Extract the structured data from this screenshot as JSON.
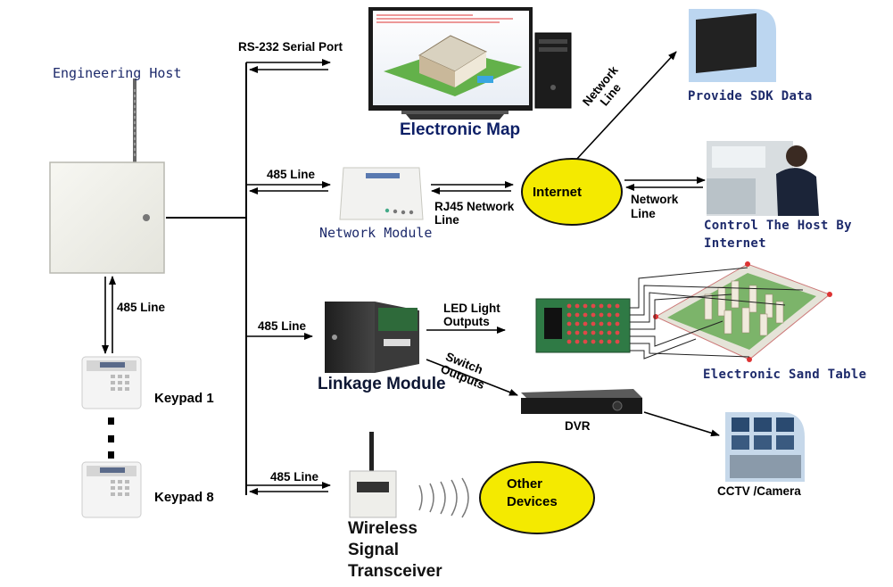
{
  "labels": {
    "engineering_host": "Engineering Host",
    "rs232": "RS-232 Serial Port",
    "electronic_map": "Electronic Map",
    "provide_sdk": "Provide SDK Data",
    "network_line_diag": "Network\nLine",
    "line_485_network": "485 Line",
    "network_module": "Network Module",
    "rj45": "RJ45 Network\nLine",
    "internet": "Internet",
    "network_line_right": "Network\nLine",
    "control_host": "Control The Host By\nInternet",
    "line_485_keypad": "485 Line",
    "line_485_linkage": "485 Line",
    "led_outputs": "LED Light\nOutputs",
    "switch_outputs": "Switch\nOutputs",
    "linkage_module": "Linkage Module",
    "sand_table": "Electronic Sand Table",
    "dvr": "DVR",
    "keypad1": "Keypad 1",
    "keypad8": "Keypad 8",
    "line_485_wireless": "485 Line",
    "other_devices": "Other\nDevices",
    "cctv": "CCTV /Camera",
    "wireless": "Wireless\nSignal\nTransceiver"
  },
  "colors": {
    "ellipse_fill": "#f4ea00",
    "label_blue": "#0d1f66"
  }
}
